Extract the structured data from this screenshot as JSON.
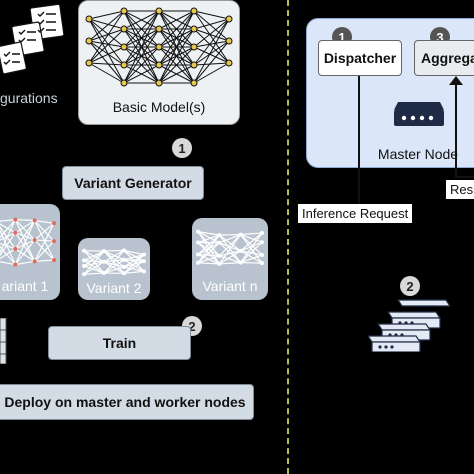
{
  "left": {
    "configurations_label": "gurations",
    "basic_model_label": "Basic Model(s)",
    "step1_badge": "1",
    "variant_generator_label": "Variant Generator",
    "variants": [
      {
        "label": "ariant 1"
      },
      {
        "label": "Variant 2"
      },
      {
        "label": "Variant n"
      }
    ],
    "step2_badge": "2",
    "train_label": "Train",
    "deploy_label": "Deploy on master and worker nodes"
  },
  "right": {
    "dispatcher_badge": "1",
    "dispatcher_label": "Dispatcher",
    "aggregator_badge": "3",
    "aggregator_label": "Aggrega",
    "master_node_label": "Master Node",
    "inference_request_label": "Inference Request",
    "results_label": "Res",
    "step2_badge": "2"
  },
  "colors": {
    "panel_blue": "#dbe7f8",
    "panel_border": "#8faad6",
    "box_grey": "#d3dce4",
    "divider": "#b7b94a"
  }
}
